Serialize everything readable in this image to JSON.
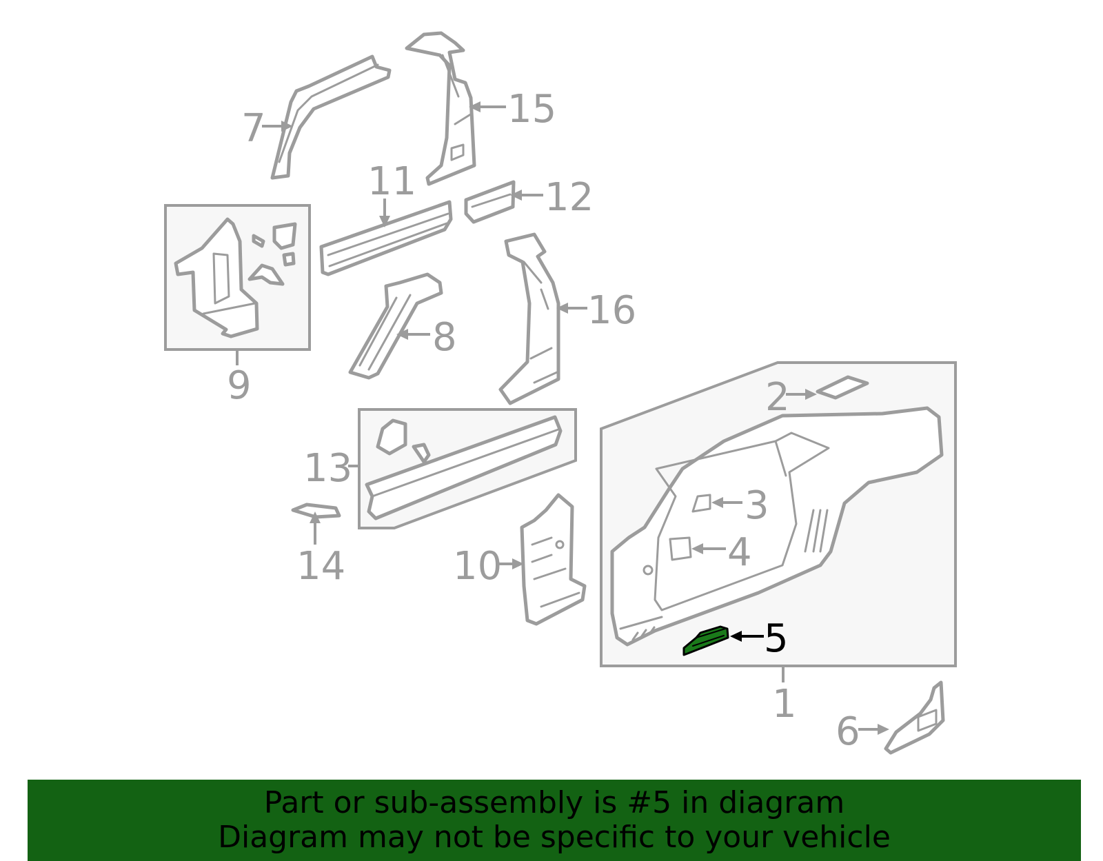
{
  "callouts": {
    "c1": "1",
    "c2": "2",
    "c3": "3",
    "c4": "4",
    "c5": "5",
    "c6": "6",
    "c7": "7",
    "c8": "8",
    "c9": "9",
    "c10": "10",
    "c11": "11",
    "c12": "12",
    "c13": "13",
    "c14": "14",
    "c15": "15",
    "c16": "16"
  },
  "highlighted_part": "5",
  "colors": {
    "linework": "#9c9c9c",
    "highlight_part": "#1a7a1a",
    "banner_bg": "#136213",
    "banner_text": "#000000"
  },
  "banner": {
    "line1": "Part or sub-assembly is #5 in diagram",
    "line2": "Diagram may not be specific to your vehicle"
  }
}
